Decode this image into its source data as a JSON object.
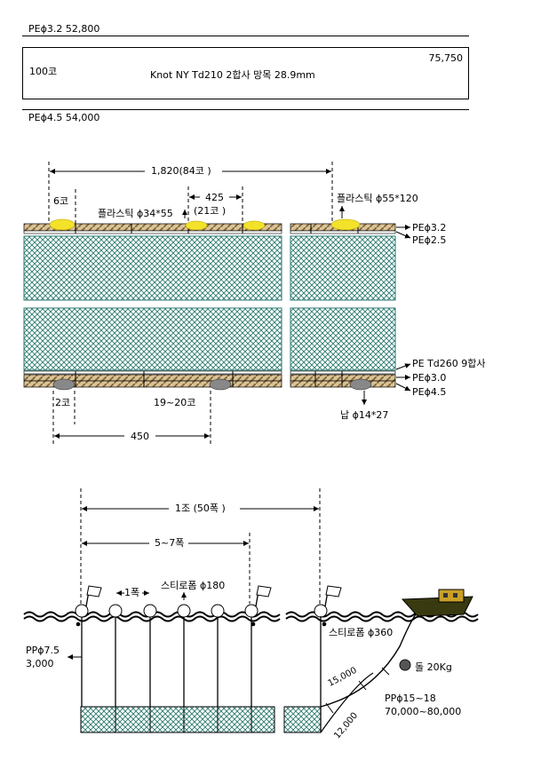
{
  "top": {
    "rope_spec_1": "PEϕ3.2  52,800",
    "box_count": "100코",
    "box_value": "75,750",
    "box_spec": "Knot NY Td210 2합사 망목 28.9mm",
    "rope_spec_2": "PEϕ4.5  54,000"
  },
  "net_detail": {
    "span_total": "1,820(84코 )",
    "gap_small": "6코",
    "float_spacing": "425",
    "float_spacing_count": "(21코 )",
    "float_small": "플라스틱 ϕ34*55",
    "float_large": "플라스틱 ϕ55*120",
    "rope_top_1": "PEϕ3.2",
    "rope_top_2": "PEϕ2.5",
    "net_material": "PE Td260 9합사",
    "rope_bottom_1": "PEϕ3.0",
    "rope_bottom_2": "PEϕ4.5",
    "sinker_gap": "2코",
    "sinker_between": "19~20코",
    "sinker_spacing": "450",
    "sinker_spec": "납 ϕ14*27"
  },
  "deployment": {
    "set_length": "1조 (50폭 )",
    "sub_length": "5~7폭",
    "one_panel": "1폭",
    "buoy_small": "스티로폼 ϕ180",
    "buoy_large": "스티로폼 ϕ360",
    "buoy_rope": "PPϕ7.5",
    "buoy_rope_len": "3,000",
    "anchor": "돌 20Kg",
    "main_rope": "PPϕ15~18",
    "main_rope_len": "70,000~80,000",
    "len_a": "15,000",
    "len_b": "12,000"
  },
  "colors": {
    "net": "#2a7a70",
    "rope": "#b89a6a",
    "float": "#f3e22a",
    "sinker": "#888888",
    "boat_hull": "#3a3a10",
    "boat_cabin": "#c8a028"
  }
}
